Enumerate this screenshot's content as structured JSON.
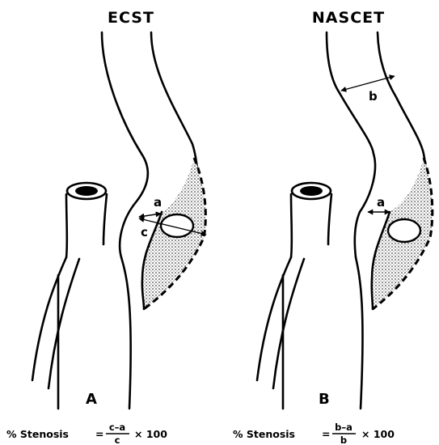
{
  "panels": [
    {
      "title": "ECST",
      "letter": "A",
      "labels": {
        "a": "a",
        "c": "c"
      },
      "formula": {
        "prefix": "% Stenosis",
        "eq": "=",
        "numerator": "c–a",
        "denominator": "c",
        "suffix": "× 100"
      }
    },
    {
      "title": "NASCET",
      "letter": "B",
      "labels": {
        "a": "a",
        "b": "b"
      },
      "formula": {
        "prefix": "% Stenosis",
        "eq": "=",
        "numerator": "b–a",
        "denominator": "b",
        "suffix": "× 100"
      }
    }
  ]
}
